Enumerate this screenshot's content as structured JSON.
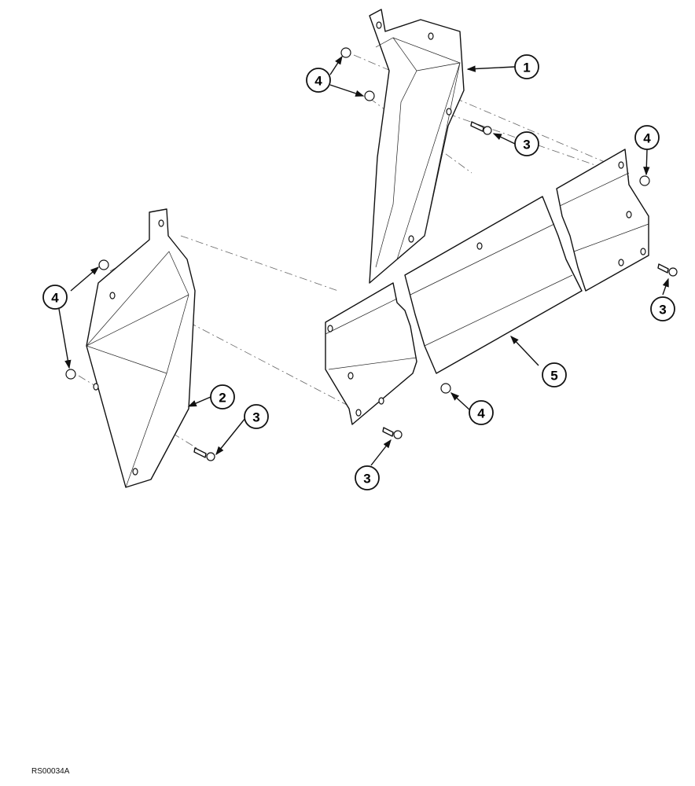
{
  "diagram": {
    "type": "exploded-parts-view",
    "figure_id": "RS00034A",
    "callouts": [
      {
        "id": "c1",
        "label": "1",
        "part": "upper side shield (right)"
      },
      {
        "id": "c2",
        "label": "2",
        "part": "side shield (left)"
      },
      {
        "id": "c3a",
        "label": "3",
        "part": "bolt"
      },
      {
        "id": "c3b",
        "label": "3",
        "part": "bolt"
      },
      {
        "id": "c3c",
        "label": "3",
        "part": "bolt"
      },
      {
        "id": "c3d",
        "label": "3",
        "part": "bolt"
      },
      {
        "id": "c4a",
        "label": "4",
        "part": "nut"
      },
      {
        "id": "c4b",
        "label": "4",
        "part": "nut"
      },
      {
        "id": "c4c",
        "label": "4",
        "part": "nut"
      },
      {
        "id": "c4d",
        "label": "4",
        "part": "nut"
      },
      {
        "id": "c5",
        "label": "5",
        "part": "center shield panel"
      }
    ]
  }
}
